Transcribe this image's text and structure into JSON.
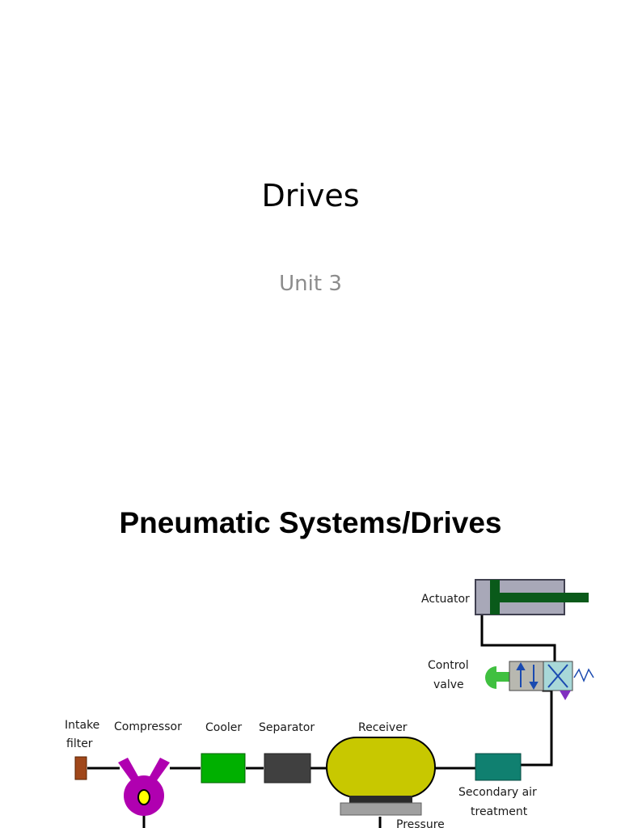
{
  "slide1": {
    "title": "Drives",
    "subtitle": "Unit 3"
  },
  "slide2": {
    "title": "Pneumatic Systems/Drives",
    "diagram": {
      "labels": {
        "actuator": "Actuator",
        "control_valve_1": "Control",
        "control_valve_2": "valve",
        "intake_filter_1": "Intake",
        "intake_filter_2": "filter",
        "compressor": "Compressor",
        "cooler": "Cooler",
        "separator": "Separator",
        "receiver": "Receiver",
        "secondary_air_1": "Secondary air",
        "secondary_air_2": "treatment",
        "pressure": "Pressure"
      },
      "colors": {
        "intake_filter": "#a0471a",
        "compressor": "#b000b0",
        "compressor_core": "#ffff00",
        "cooler": "#00b000",
        "separator": "#404040",
        "receiver": "#c8c800",
        "receiver_base": "#2a2a2a",
        "pressure_plate": "#a0a0a0",
        "secondary_air": "#108070",
        "actuator_body": "#a8a8b8",
        "actuator_rod": "#0a5a1a",
        "control_valve_body": "#b8b8b0",
        "control_valve_cross": "#a8d8d8",
        "control_valve_handle": "#40c040",
        "arrows": "#1a4ab0",
        "exhaust": "#8030c0",
        "lines": "#000000"
      }
    }
  }
}
